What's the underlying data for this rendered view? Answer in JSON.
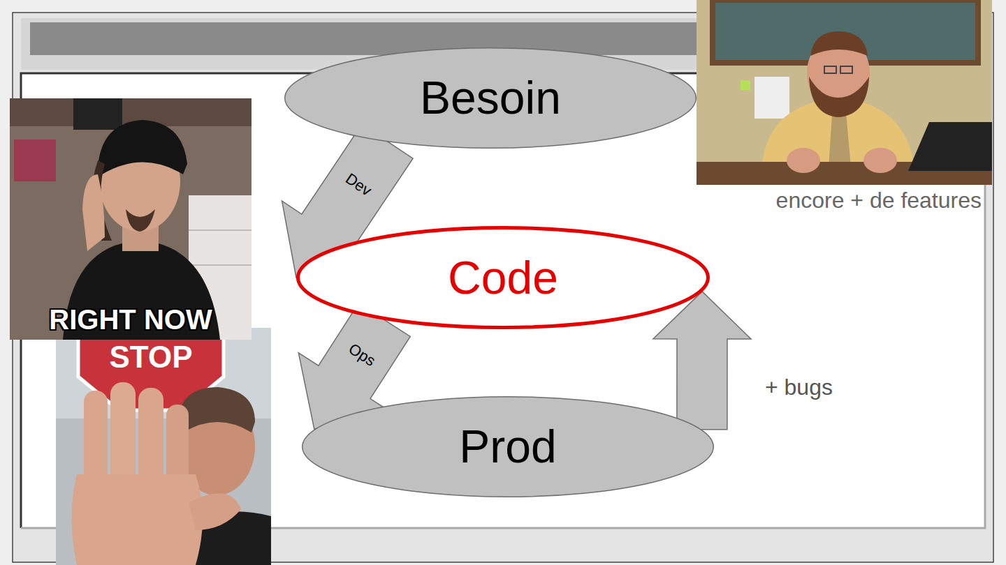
{
  "diagram": {
    "nodes": [
      {
        "text": [
          "Besoin"
        ]
      },
      {
        "text": [
          "Code"
        ]
      },
      {
        "text": [
          "Prod"
        ]
      }
    ],
    "edges": [
      {
        "from": 0,
        "to": 1,
        "label": "Dev",
        "arrow": "to"
      },
      {
        "from": 1,
        "to": 2,
        "label": "Ops",
        "arrow": "to"
      },
      {
        "from": 2,
        "to": 1,
        "label": "+ bugs",
        "arrow": "to"
      }
    ],
    "labels": [
      "RIGHT NOW",
      "STOP",
      "encore + de features"
    ]
  }
}
